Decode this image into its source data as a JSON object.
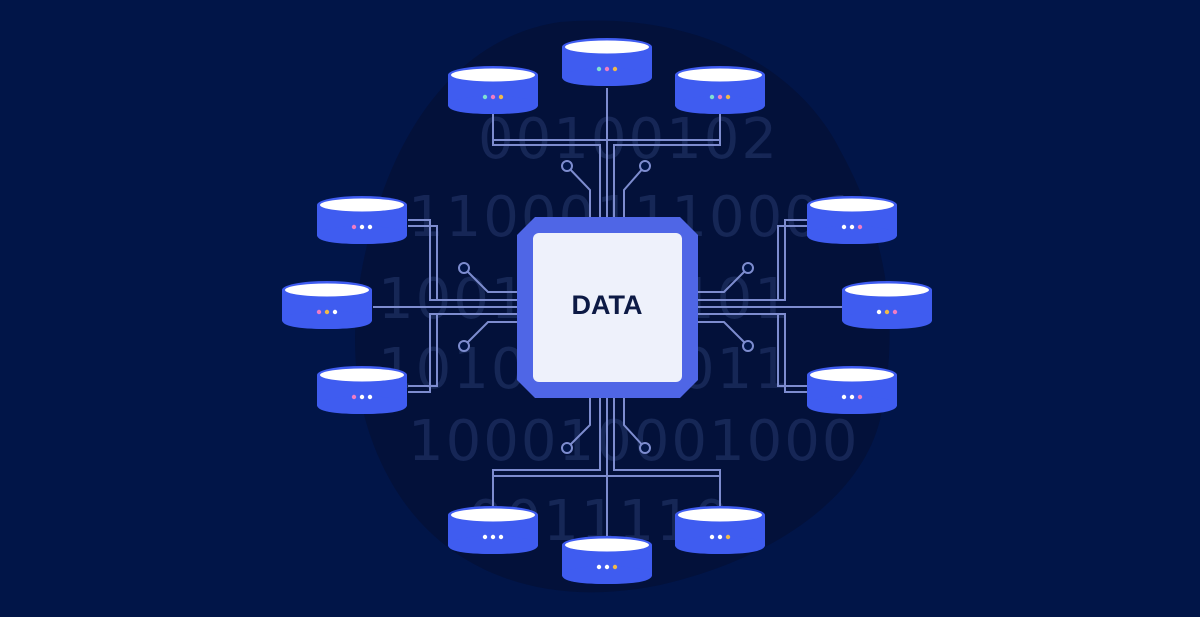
{
  "chip": {
    "label": "DATA"
  },
  "binary_rows": [
    "00100102",
    "110001110001",
    "10010001101",
    "10100011011",
    "100010001000",
    "0011110"
  ],
  "colors": {
    "background": "#011548",
    "blob": "#03113a",
    "line": "#7d8ccf",
    "db_body": "#3f5cf0",
    "db_top": "#ffffff",
    "chip_outer": "#4f66e6",
    "chip_inner": "#eef1fb",
    "dot_gold": "#f0b94a",
    "dot_pink": "#f07cc4",
    "dot_teal": "#7fe0d2",
    "dot_white": "#ffffff"
  },
  "databases": [
    {
      "name": "db-top-left",
      "dots": [
        "teal",
        "pink",
        "gold"
      ]
    },
    {
      "name": "db-top-center",
      "dots": [
        "teal",
        "pink",
        "gold"
      ]
    },
    {
      "name": "db-top-right",
      "dots": [
        "teal",
        "pink",
        "gold"
      ]
    },
    {
      "name": "db-left-upper",
      "dots": [
        "pink",
        "white",
        "white"
      ]
    },
    {
      "name": "db-left-middle",
      "dots": [
        "pink",
        "gold",
        "white"
      ]
    },
    {
      "name": "db-left-lower",
      "dots": [
        "pink",
        "white",
        "white"
      ]
    },
    {
      "name": "db-right-upper",
      "dots": [
        "white",
        "white",
        "pink"
      ]
    },
    {
      "name": "db-right-middle",
      "dots": [
        "white",
        "gold",
        "pink"
      ]
    },
    {
      "name": "db-right-lower",
      "dots": [
        "white",
        "white",
        "pink"
      ]
    },
    {
      "name": "db-bottom-left",
      "dots": [
        "white",
        "white",
        "white"
      ]
    },
    {
      "name": "db-bottom-center",
      "dots": [
        "white",
        "white",
        "gold"
      ]
    },
    {
      "name": "db-bottom-right",
      "dots": [
        "white",
        "white",
        "gold"
      ]
    }
  ]
}
